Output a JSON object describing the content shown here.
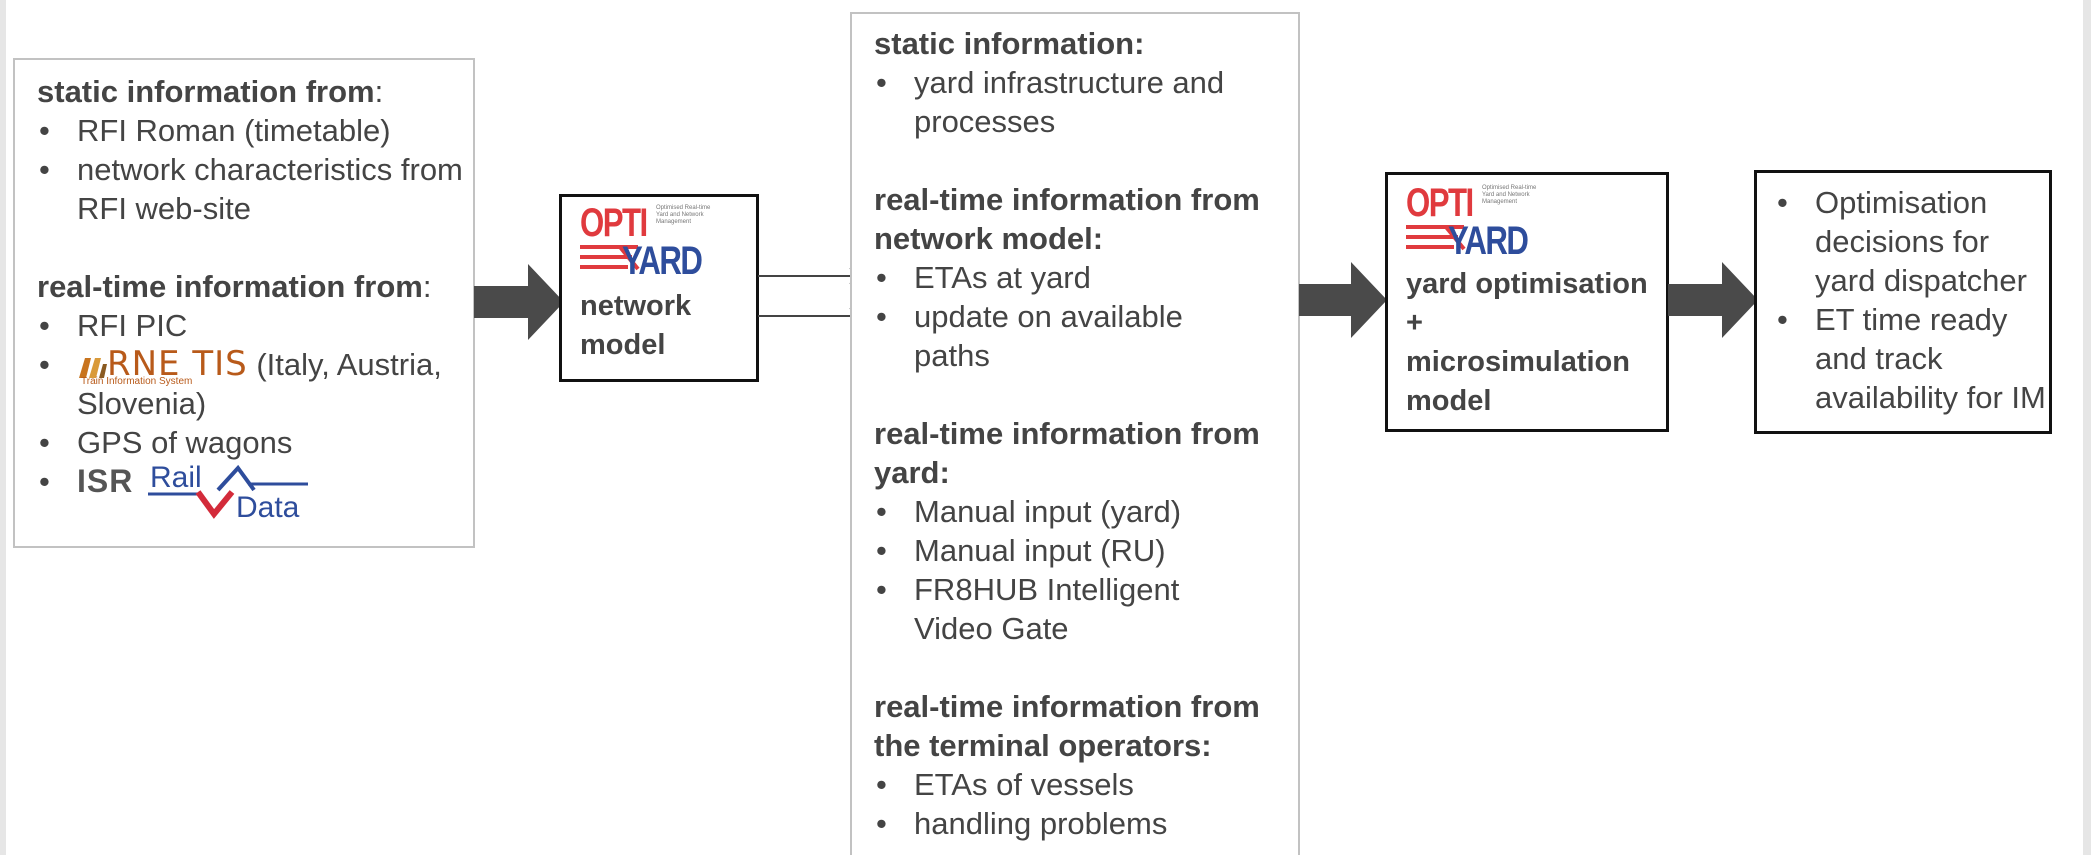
{
  "left_box": {
    "static_header": "static information from",
    "static_colon": ":",
    "static_items": [
      "RFI Roman (timetable)",
      "network characteristics from RFI web-site"
    ],
    "realtime_header": "real-time information from",
    "realtime_colon": ":",
    "rfi_pic": "RFI PIC",
    "rnetis_logo": "RNE TIS",
    "rnetis_sub": "Train Information System",
    "rnetis_suffix": " (Italy, Austria, Slovenia)",
    "gps": "GPS of wagons",
    "isr_logo": "ISR",
    "raildata_rail": "Rail",
    "raildata_data": "Data"
  },
  "network_box": {
    "logo_opti": "OPTI",
    "logo_yard": "YARD",
    "logo_tagline": "Optimised Real-time Yard and Network Management",
    "label": "network model"
  },
  "middle_box": {
    "static_header": "static information:",
    "static_items": [
      "yard infrastructure and processes"
    ],
    "network_header": "real-time information from network model:",
    "network_items": [
      "ETAs at yard",
      "update on available paths"
    ],
    "yard_header": "real-time information from yard:",
    "yard_items": [
      "Manual input (yard)",
      "Manual input (RU)",
      "FR8HUB Intelligent Video Gate"
    ],
    "terminal_header": "real-time information from the terminal operators:",
    "terminal_items": [
      "ETAs of vessels",
      "handling problems"
    ]
  },
  "yard_box": {
    "logo_opti": "OPTI",
    "logo_yard": "YARD",
    "logo_tagline": "Optimised Real-time Yard and Network Management",
    "line1": "yard optimisation",
    "line2": "+",
    "line3": "microsimulation",
    "line4": "model"
  },
  "output_box": {
    "items": [
      "Optimisation decisions for yard dispatcher",
      "ET time ready and track availability  for IM"
    ]
  },
  "colors": {
    "opti_red": "#e03a3e",
    "yard_blue": "#2e4d9c",
    "arrow_gray": "#4a4a4a",
    "rne_orange": "#c8741e",
    "rne_text": "#b85a1a"
  }
}
